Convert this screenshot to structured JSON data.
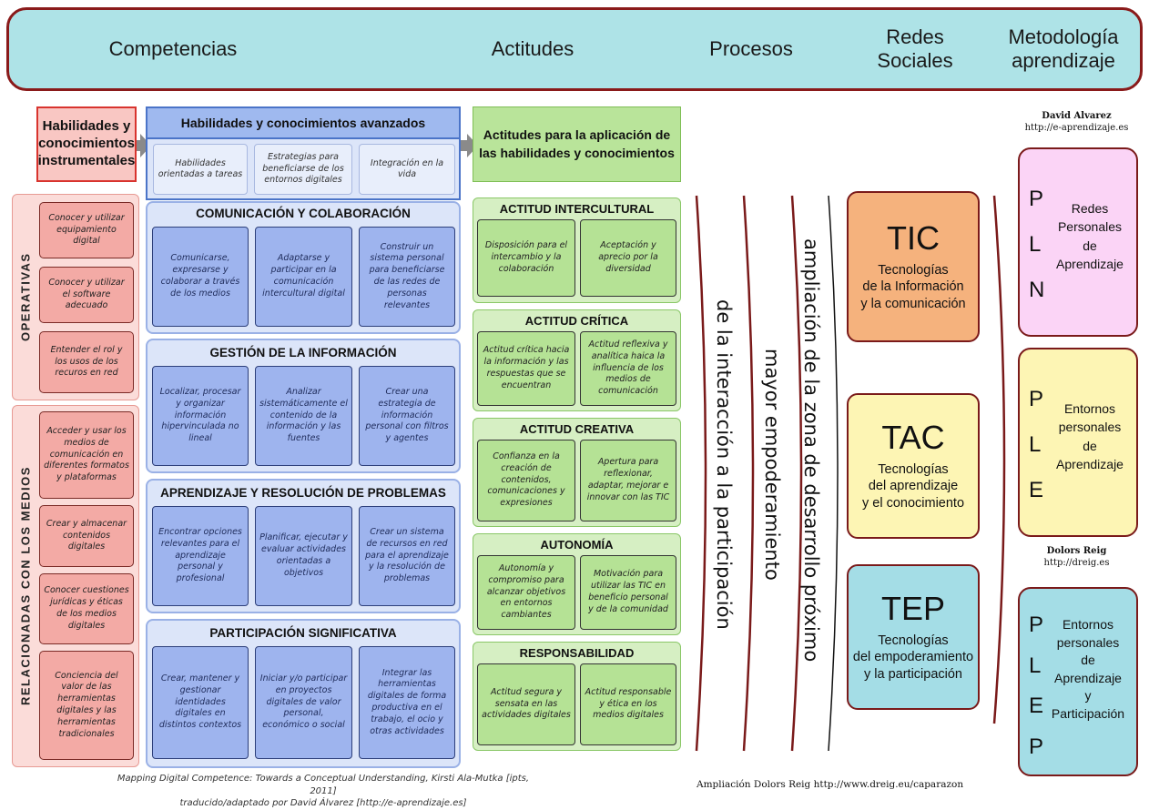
{
  "header": {
    "competencias": "Competencias",
    "actitudes": "Actitudes",
    "procesos": "Procesos",
    "redes": "Redes Sociales",
    "metodologia": "Metodología aprendizaje"
  },
  "instrumentales": {
    "title": "Habilidades y conocimientos instrumentales",
    "operativas_label": "OPERATIVAS",
    "operativas": [
      "Conocer y utilizar equipamiento digital",
      "Conocer y utilizar el software adecuado",
      "Entender el rol y los usos de los recuros en red"
    ],
    "medios_label": "RELACIONADAS CON LOS MEDIOS",
    "medios": [
      "Acceder y usar los medios de comunicación en diferentes formatos y plataformas",
      "Crear y almacenar contenidos digitales",
      "Conocer cuestiones jurídicas y éticas de los medios digitales",
      "Conciencia del  valor de las herramientas digitales y las herramientas tradicionales"
    ]
  },
  "avanzados": {
    "title": "Habilidades y conocimientos avanzados",
    "subs": [
      "Habilidades orientadas a tareas",
      "Estrategias para beneficiarse de los entornos digitales",
      "Integración en la vida"
    ],
    "groups": [
      {
        "title": "COMUNICACIÓN Y COLABORACIÓN",
        "cells": [
          "Comunicarse, expresarse y colaborar a través de los medios",
          "Adaptarse y participar en la comunicación intercultural digital",
          "Construir un sistema personal para beneficiarse de las redes de personas relevantes"
        ]
      },
      {
        "title": "GESTIÓN DE LA INFORMACIÓN",
        "cells": [
          "Localizar, procesar y organizar información hipervinculada no lineal",
          "Analizar sistemáticamente el contenido de la información y las fuentes",
          "Crear una estrategia de información personal con filtros y agentes"
        ]
      },
      {
        "title": "APRENDIZAJE Y RESOLUCIÓN DE PROBLEMAS",
        "cells": [
          "Encontrar opciones relevantes para el aprendizaje personal y profesional",
          "Planificar, ejecutar y evaluar actividades orientadas a objetivos",
          "Crear un sistema de recursos en red para el aprendizaje y la resolución de problemas"
        ]
      },
      {
        "title": "PARTICIPACIÓN SIGNIFICATIVA",
        "cells": [
          "Crear, mantener y gestionar identidades digitales en distintos contextos",
          "Iniciar y/o participar en proyectos digitales de valor personal, económico o social",
          "Integrar las herramientas digitales de forma productiva en el trabajo, el ocio y otras actividades"
        ]
      }
    ]
  },
  "actitudes": {
    "title": "Actitudes para la aplicación de las habilidades y conocimientos",
    "groups": [
      {
        "title": "ACTITUD INTERCULTURAL",
        "cells": [
          "Disposición para el intercambio y la colaboración",
          "Aceptación y aprecio por la diversidad"
        ]
      },
      {
        "title": "ACTITUD CRÍTICA",
        "cells": [
          "Actitud crítica hacia la información y las respuestas que se encuentran",
          "Actitud reflexiva y analítica haica la influencia de los medios de comunicación"
        ]
      },
      {
        "title": "ACTITUD CREATIVA",
        "cells": [
          "Confianza en la creación de contenidos, comunicaciones y expresiones",
          "Apertura para reflexionar, adaptar, mejorar e innovar con las TIC"
        ]
      },
      {
        "title": "AUTONOMÍA",
        "cells": [
          "Autonomía y compromiso para alcanzar objetivos en entornos cambiantes",
          "Motivación para utilizar las TIC en beneficio personal y de la comunidad"
        ]
      },
      {
        "title": "RESPONSABILIDAD",
        "cells": [
          "Actitud segura y sensata en las actividades digitales",
          "Actitud responsable y ética en los medios digitales"
        ]
      }
    ]
  },
  "procesos": [
    "de la interacción a la participación",
    "mayor empoderamiento",
    "ampliación de la zona de desarrollo próximo"
  ],
  "redes": [
    {
      "acronym": "TIC",
      "line1": "Tecnologías",
      "line2": "de la Información",
      "line3": "y la comunicación",
      "color": "#f5b27d"
    },
    {
      "acronym": "TAC",
      "line1": "Tecnologías",
      "line2": "del aprendizaje",
      "line3": "y el conocimiento",
      "color": "#fdf5b4"
    },
    {
      "acronym": "TEP",
      "line1": "Tecnologías",
      "line2": "del empoderamiento",
      "line3": "y la participación",
      "color": "#a4dde6"
    }
  ],
  "credits": {
    "top_name": "David Alvarez",
    "top_url": "http://e-aprendizaje.es",
    "mid_name": "Dolors Reig",
    "mid_url": "http://dreig.es"
  },
  "metodologia": [
    {
      "letters": [
        "P",
        "L",
        "N"
      ],
      "lines": [
        "Redes",
        "Personales",
        "de",
        "Aprendizaje"
      ],
      "color": "#fbd4f6"
    },
    {
      "letters": [
        "P",
        "L",
        "E"
      ],
      "lines": [
        "Entornos",
        "personales",
        "de",
        "Aprendizaje"
      ],
      "color": "#fdf5b4"
    },
    {
      "letters": [
        "P",
        "L",
        "E",
        "P"
      ],
      "lines": [
        "Entornos",
        "personales",
        "de",
        "Aprendizaje",
        "y",
        "Participación"
      ],
      "color": "#a4dde6"
    }
  ],
  "footer": {
    "line1": "Mapping Digital Competence: Towards a Conceptual Understanding, Kirsti Ala-Mutka [ipts, 2011]",
    "line2": "traducido/adaptado por David Álvarez [http://e-aprendizaje.es]",
    "right": "Ampliación Dolors Reig http://www.dreig.eu/caparazon"
  }
}
